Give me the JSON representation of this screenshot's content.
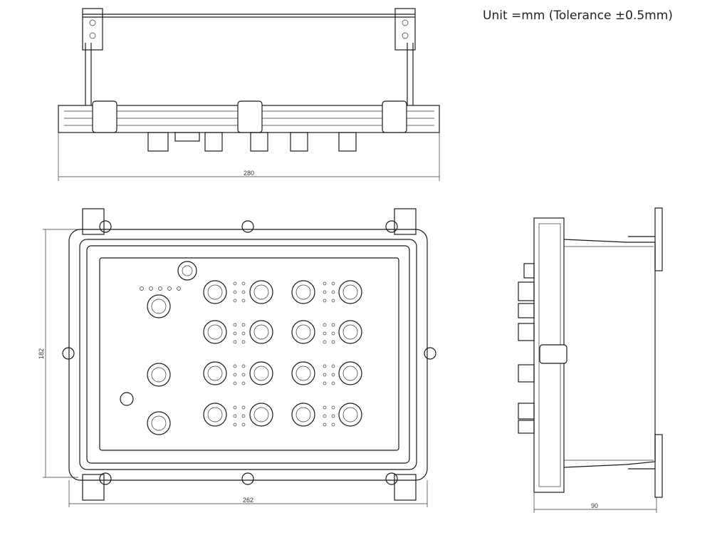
{
  "unit_note": "Unit =mm (Tolerance ±0.5mm)",
  "dimensions": {
    "top_width": "280",
    "front_width": "262",
    "front_height": "182",
    "side_depth": "90"
  },
  "front_panel": {
    "port_rows": 4,
    "port_cols": 4,
    "led_count_top": 5
  },
  "colors": {
    "line": "#1a1a1a",
    "background": "#ffffff"
  }
}
